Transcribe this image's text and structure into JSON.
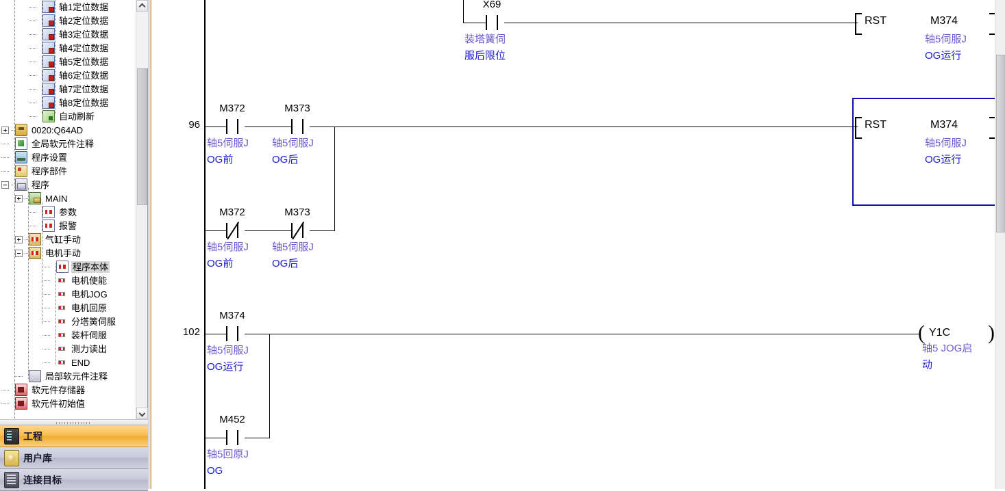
{
  "navigator": {
    "tree": [
      {
        "label": "轴1定位数据",
        "icon": "positioning-data-icon",
        "depth": 3,
        "expander": "none"
      },
      {
        "label": "轴2定位数据",
        "icon": "positioning-data-icon",
        "depth": 3,
        "expander": "none"
      },
      {
        "label": "轴3定位数据",
        "icon": "positioning-data-icon",
        "depth": 3,
        "expander": "none"
      },
      {
        "label": "轴4定位数据",
        "icon": "positioning-data-icon",
        "depth": 3,
        "expander": "none"
      },
      {
        "label": "轴5定位数据",
        "icon": "positioning-data-icon",
        "depth": 3,
        "expander": "none"
      },
      {
        "label": "轴6定位数据",
        "icon": "positioning-data-icon",
        "depth": 3,
        "expander": "none"
      },
      {
        "label": "轴7定位数据",
        "icon": "positioning-data-icon",
        "depth": 3,
        "expander": "none"
      },
      {
        "label": "轴8定位数据",
        "icon": "positioning-data-icon",
        "depth": 3,
        "expander": "none"
      },
      {
        "label": "自动刷新",
        "icon": "auto-refresh-icon",
        "depth": 3,
        "expander": "none"
      },
      {
        "label": "0020:Q64AD",
        "icon": "module-icon",
        "depth": 1,
        "expander": "plus"
      },
      {
        "label": "全局软元件注释",
        "icon": "global-device-comment-icon",
        "depth": 1,
        "expander": "none"
      },
      {
        "label": "程序设置",
        "icon": "program-setting-icon",
        "depth": 1,
        "expander": "none"
      },
      {
        "label": "程序部件",
        "icon": "program-parts-icon",
        "depth": 1,
        "expander": "none"
      },
      {
        "label": "程序",
        "icon": "program-folder-icon",
        "depth": 1,
        "expander": "minus"
      },
      {
        "label": "MAIN",
        "icon": "main-program-icon",
        "depth": 2,
        "expander": "plus"
      },
      {
        "label": "参数",
        "icon": "pou-icon",
        "depth": 3,
        "expander": "none"
      },
      {
        "label": "报警",
        "icon": "pou-icon",
        "depth": 3,
        "expander": "none"
      },
      {
        "label": "气缸手动",
        "icon": "pou-folder-icon",
        "depth": 2,
        "expander": "plus"
      },
      {
        "label": "电机手动",
        "icon": "pou-folder-icon",
        "depth": 2,
        "expander": "minus"
      },
      {
        "label": "程序本体",
        "icon": "pou-icon",
        "depth": 4,
        "expander": "none",
        "selected": true
      },
      {
        "label": "电机使能",
        "icon": "pou-small-icon",
        "depth": 4,
        "expander": "none"
      },
      {
        "label": "电机JOG",
        "icon": "pou-small-icon",
        "depth": 4,
        "expander": "none"
      },
      {
        "label": "电机回原",
        "icon": "pou-small-icon",
        "depth": 4,
        "expander": "none"
      },
      {
        "label": "分塔簧伺服",
        "icon": "pou-small-icon",
        "depth": 4,
        "expander": "none"
      },
      {
        "label": "装杆伺服",
        "icon": "pou-small-icon",
        "depth": 4,
        "expander": "none"
      },
      {
        "label": "测力读出",
        "icon": "pou-small-icon",
        "depth": 4,
        "expander": "none"
      },
      {
        "label": "END",
        "icon": "pou-small-icon",
        "depth": 4,
        "expander": "none"
      },
      {
        "label": "局部软元件注释",
        "icon": "local-device-comment-icon",
        "depth": 2,
        "expander": "none"
      },
      {
        "label": "软元件存储器",
        "icon": "device-memory-icon",
        "depth": 1,
        "expander": "none"
      },
      {
        "label": "软元件初始值",
        "icon": "device-initial-value-icon",
        "depth": 1,
        "expander": "none"
      }
    ],
    "bottom_buttons": [
      {
        "label": "工程",
        "icon": "project-icon",
        "active": true
      },
      {
        "label": "用户库",
        "icon": "user-library-icon",
        "active": false
      },
      {
        "label": "连接目标",
        "icon": "connection-destination-icon",
        "active": false
      }
    ]
  },
  "ladder": {
    "rungs": [
      {
        "step": "",
        "contacts": [
          {
            "device": "X69",
            "comment_line1": "装塔簧伺",
            "comment_line2": "服后限位",
            "type": "no"
          }
        ],
        "output": {
          "instruction": "RST",
          "operand": "M374",
          "comment_line1": "轴5伺服J",
          "comment_line2": "OG运行",
          "type": "instruction",
          "selected": false
        }
      },
      {
        "step": "96",
        "contacts": [
          {
            "device": "M372",
            "comment_line1": "轴5伺服J",
            "comment_line2": "OG前",
            "type": "no"
          },
          {
            "device": "M373",
            "comment_line1": "轴5伺服J",
            "comment_line2": "OG后",
            "type": "no"
          },
          {
            "device": "M372",
            "comment_line1": "轴5伺服J",
            "comment_line2": "OG前",
            "type": "nc"
          },
          {
            "device": "M373",
            "comment_line1": "轴5伺服J",
            "comment_line2": "OG后",
            "type": "nc"
          }
        ],
        "output": {
          "instruction": "RST",
          "operand": "M374",
          "comment_line1": "轴5伺服J",
          "comment_line2": "OG运行",
          "type": "instruction",
          "selected": true
        }
      },
      {
        "step": "102",
        "contacts": [
          {
            "device": "M374",
            "comment_line1": "轴5伺服J",
            "comment_line2": "OG运行",
            "type": "no"
          },
          {
            "device": "M452",
            "comment_line1": "轴5回原J",
            "comment_line2": "OG",
            "type": "no"
          }
        ],
        "output": {
          "instruction": "",
          "operand": "Y1C",
          "comment_line1": "轴5 JOG启",
          "comment_line2": "动",
          "type": "coil",
          "selected": false
        }
      }
    ]
  },
  "colors": {
    "comment_text": "#3b3bc8",
    "comment_text_alt": "#6a5acd",
    "selection_box": "#1010b0",
    "rail": "#000000",
    "active_tab": "#f2ad32"
  }
}
